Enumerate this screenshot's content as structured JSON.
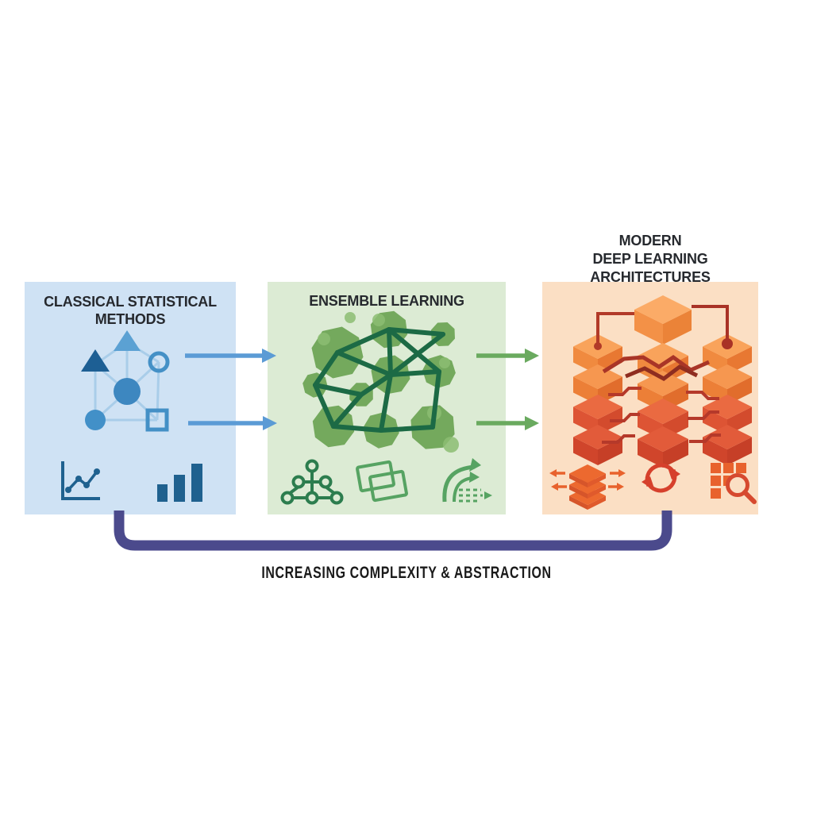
{
  "diagram": {
    "caption": "INCREASING COMPLEXITY & ABSTRACTION",
    "bracket_color": "#4b4a8c",
    "stages": [
      {
        "id": "classical-statistical-methods",
        "title_lines": [
          "CLASSICAL STATISTICAL",
          "METHODS"
        ],
        "panel_color": "#cfe2f4",
        "accent_color": "#2e6da4",
        "icons": [
          "shape-network-icon",
          "line-chart-icon",
          "bar-chart-icon"
        ]
      },
      {
        "id": "ensemble-learning",
        "title_lines": [
          "ENSEMBLE LEARNING"
        ],
        "panel_color": "#dcebd4",
        "accent_color": "#3f8f4f",
        "icons": [
          "blob-cluster-icon",
          "tree-diagram-icon",
          "stacked-frames-icon",
          "branching-arrows-icon"
        ]
      },
      {
        "id": "modern-deep-learning-architectures",
        "title_lines": [
          "MODERN",
          "DEEP LEARNING",
          "ARCHITECTURES"
        ],
        "panel_color": "#fbdfc4",
        "accent_color": "#e2572f",
        "icons": [
          "tensor-stacks-icon",
          "layered-stack-icon",
          "cycle-arrows-icon",
          "grid-search-icon"
        ]
      }
    ],
    "arrows": {
      "classical_to_ensemble_color": "#5b9bd5",
      "ensemble_to_deep_color": "#6aaa5f",
      "count_per_gap": 2
    }
  }
}
